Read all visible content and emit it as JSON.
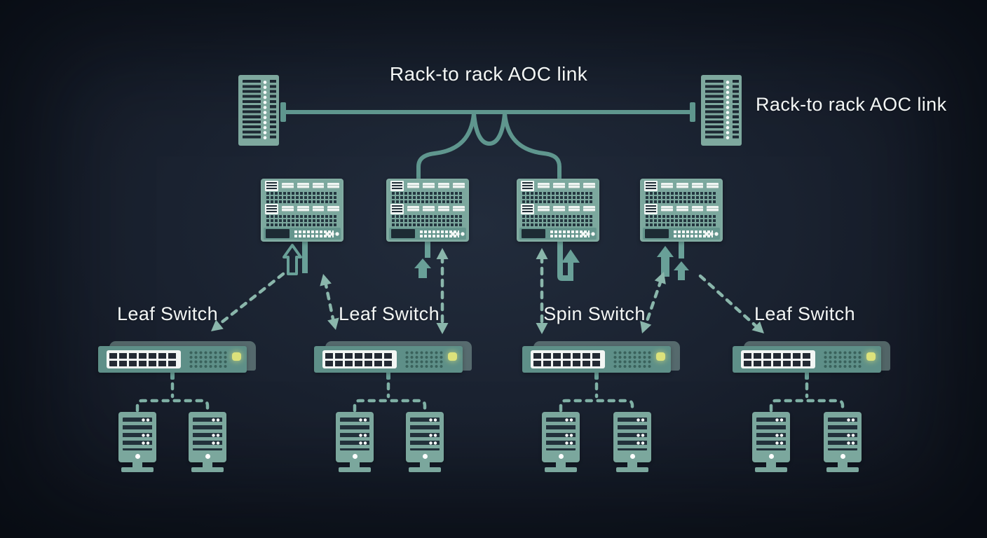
{
  "title": "Rack-to rack AOC link",
  "rack_right_label": "Rack-to rack AOC link",
  "switch_labels": [
    "Leaf Switch",
    "Leaf Switch",
    "Spin Switch",
    "Leaf Switch"
  ],
  "colors": {
    "background": "#1a2230",
    "device_teal": "#7ca89e",
    "leaf_teal": "#5e8f88",
    "line_teal": "#5f968e",
    "dashed_teal": "#8ab6ab",
    "port_dark": "#243740",
    "label_white": "#f3f6f5",
    "led_yellow": "#dce27b"
  }
}
